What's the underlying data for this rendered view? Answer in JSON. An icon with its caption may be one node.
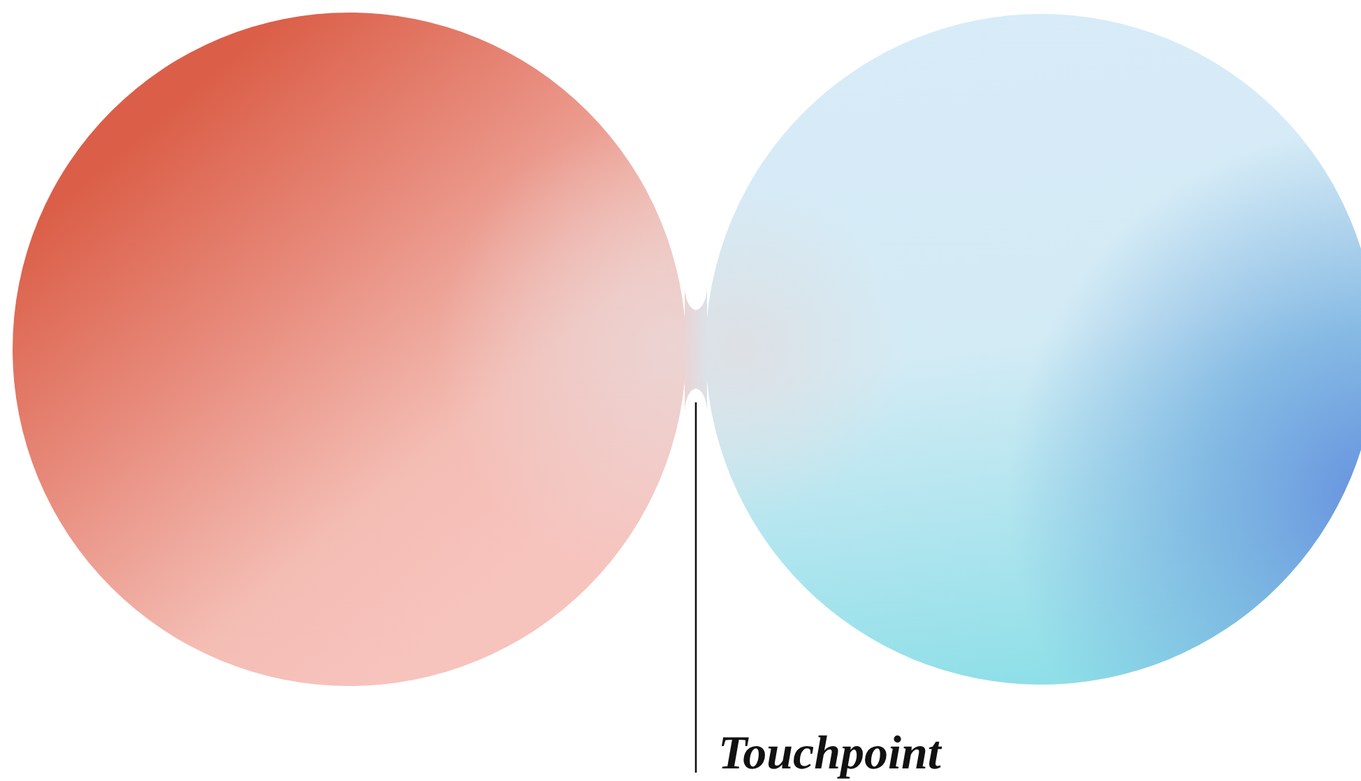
{
  "diagram": {
    "nodes": [
      {
        "text": [],
        "shape": "circle"
      },
      {
        "text": [],
        "shape": "bar"
      },
      {
        "text": [],
        "shape": "circle"
      },
      {
        "text": [
          "Touchpoint"
        ]
      }
    ],
    "edges": [
      {
        "from": 3,
        "to": 1,
        "arrow": "none"
      }
    ]
  }
}
